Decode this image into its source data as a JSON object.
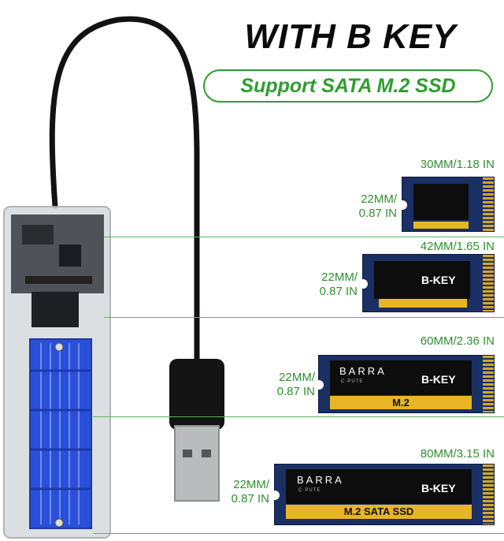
{
  "headline": "WITH B KEY",
  "subheadline": "Support SATA M.2 SSD",
  "ssd_sizes": [
    {
      "length": "30MM/1.18 IN",
      "width_line1": "22MM/",
      "width_line2": "0.87 IN",
      "key": "",
      "brand": "",
      "brand_sub": "",
      "label": ""
    },
    {
      "length": "42MM/1.65 IN",
      "width_line1": "22MM/",
      "width_line2": "0.87 IN",
      "key": "B-KEY",
      "brand": "",
      "brand_sub": "",
      "label": ""
    },
    {
      "length": "60MM/2.36 IN",
      "width_line1": "22MM/",
      "width_line2": "0.87 IN",
      "key": "B-KEY",
      "brand": "BARRA",
      "brand_sub": "C·PUTE",
      "label": "M.2"
    },
    {
      "length": "80MM/3.15 IN",
      "width_line1": "22MM/",
      "width_line2": "0.87 IN",
      "key": "B-KEY",
      "brand": "BARRA",
      "brand_sub": "C·PUTE",
      "label": "M.2 SATA SSD"
    }
  ]
}
